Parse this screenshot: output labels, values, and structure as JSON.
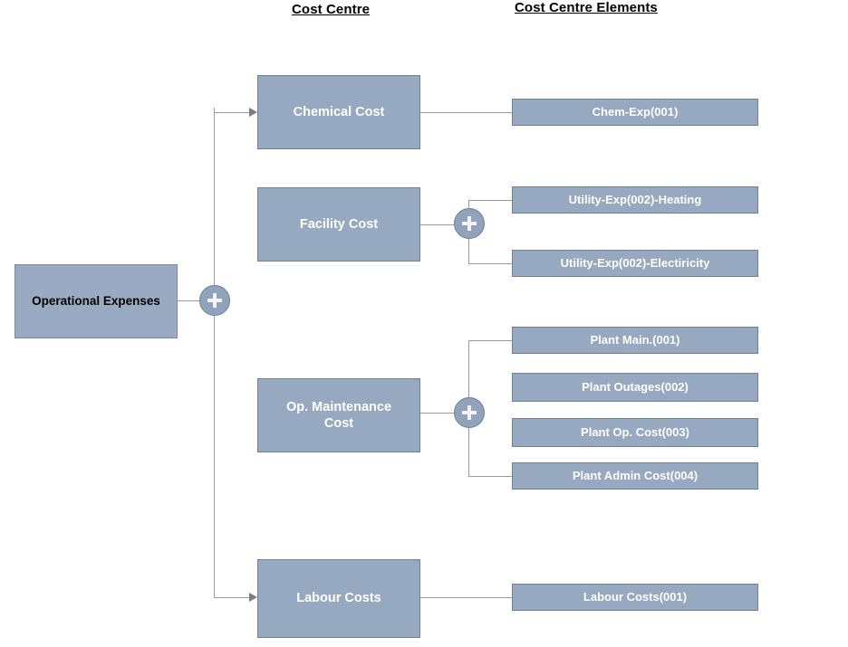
{
  "headers": {
    "cost_centre": "Cost Centre",
    "cost_centre_elements": "Cost Centre Elements"
  },
  "root": {
    "label": "Operational Expenses"
  },
  "junctions": {
    "root_plus": "+",
    "facility_plus": "+",
    "maintenance_plus": "+"
  },
  "cost_centres": [
    {
      "label": "Chemical Cost"
    },
    {
      "label": "Facility Cost"
    },
    {
      "label": "Op. Maintenance Cost"
    },
    {
      "label": "Labour Costs"
    }
  ],
  "cost_centre_elements": [
    {
      "label": "Chem-Exp(001)"
    },
    {
      "label": "Utility-Exp(002)-Heating"
    },
    {
      "label": "Utility-Exp(002)-Electiricity"
    },
    {
      "label": "Plant Main.(001)"
    },
    {
      "label": "Plant Outages(002)"
    },
    {
      "label": "Plant Op. Cost(003)"
    },
    {
      "label": "Plant Admin Cost(004)"
    },
    {
      "label": "Labour Costs(001)"
    }
  ],
  "colors": {
    "node_fill": "#97a8c1",
    "node_border": "#6f7f96",
    "junction_fill": "#91a2bd",
    "connector": "#9a9a9a",
    "root_text": "#000000",
    "node_text": "#ffffff"
  }
}
